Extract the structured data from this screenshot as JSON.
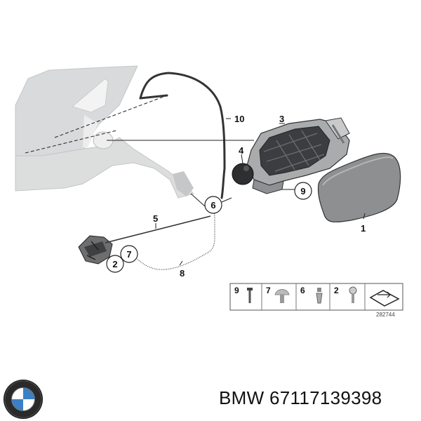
{
  "callouts": {
    "c1": "1",
    "c2": "2",
    "c3": "3",
    "c4": "4",
    "c5": "5",
    "c6": "6",
    "c7": "7",
    "c8": "8",
    "c9": "9",
    "c10": "10"
  },
  "legend": {
    "items": [
      "9",
      "7",
      "6",
      "2"
    ],
    "code": "282744"
  },
  "caption": "BMW 67117139398",
  "colors": {
    "body_panel": "#d9dadb",
    "flap": "#8d8f91",
    "line": "#222222"
  }
}
